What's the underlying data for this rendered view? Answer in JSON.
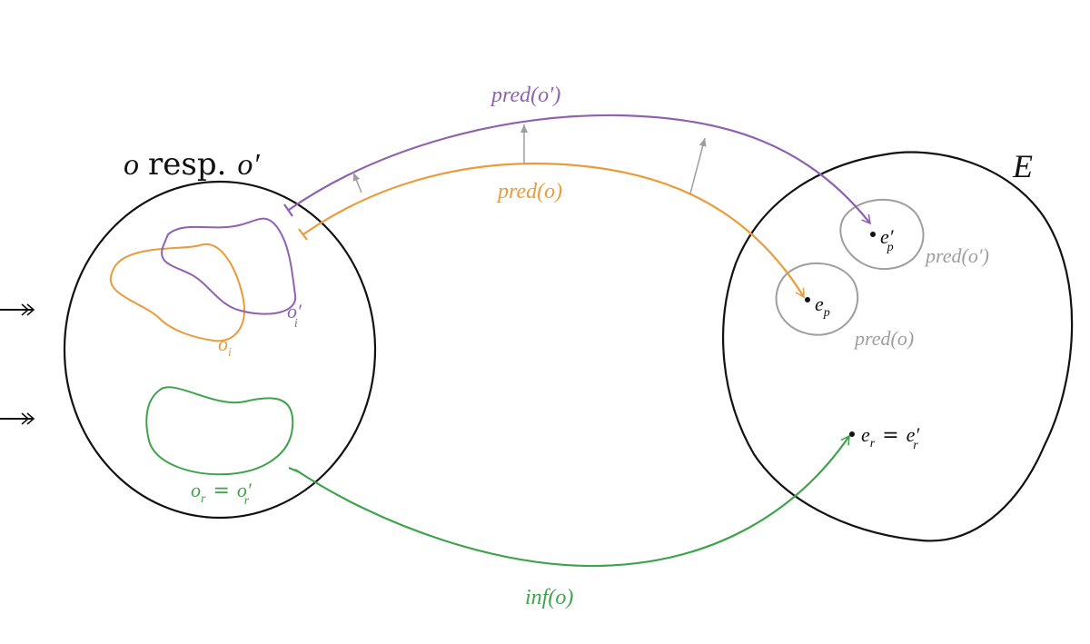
{
  "colors": {
    "black": "#111111",
    "purple": "#8e62b0",
    "orange": "#ea9b3c",
    "green": "#3ea34a",
    "gray": "#9e9e9e"
  },
  "labels": {
    "observation_space": {
      "var_o": "o",
      "resp": "resp.",
      "var_o_prime": "o′"
    },
    "output_space": "E",
    "o_i": {
      "base": "o",
      "sub": "i"
    },
    "o_i_prime": {
      "base": "o′",
      "sub": "i"
    },
    "o_r_eq": {
      "lhs_base": "o",
      "lhs_sub": "r",
      "eq": "=",
      "rhs_base": "o′",
      "rhs_sub": "r"
    },
    "e_p": {
      "base": "e",
      "sub": "p"
    },
    "e_p_prime": {
      "base": "e′",
      "sub": "p"
    },
    "e_r_eq": {
      "lhs_base": "e",
      "lhs_sub": "r",
      "eq": "=",
      "rhs_base": "e′",
      "rhs_sub": "r"
    },
    "pred_o_prime_arrow": "pred(o′)",
    "pred_o_arrow": "pred(o)",
    "inf_o_arrow": "inf(o)",
    "pred_o_prime_region": "pred(o′)",
    "pred_o_region": "pred(o)"
  }
}
